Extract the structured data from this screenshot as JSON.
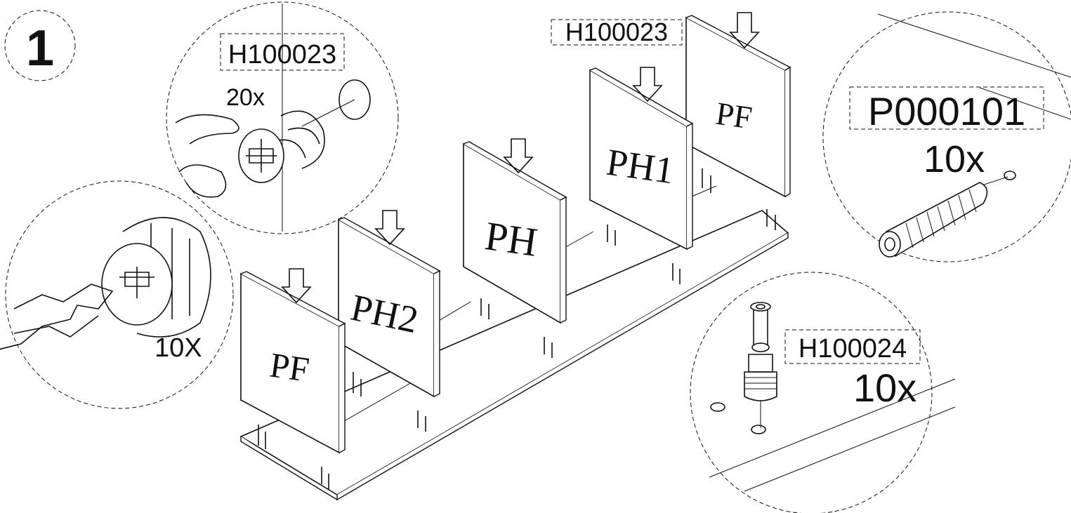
{
  "step": {
    "number": "1"
  },
  "callouts": {
    "cam_bolt_code": "H100023",
    "cam_bolt_qty": "20x",
    "cam_lock_qty": "10X",
    "dowel_code": "P000101",
    "dowel_qty": "10x",
    "cam_pin_code": "H100024",
    "cam_pin_qty": "10x"
  },
  "panels": {
    "front_left": "PF",
    "ph2": "PH2",
    "ph": "PH",
    "ph1": "PH1",
    "back_right": "PF"
  },
  "labels": {
    "top_code": "H100023"
  },
  "colors": {
    "line": "#111111",
    "background": "#ffffff"
  }
}
